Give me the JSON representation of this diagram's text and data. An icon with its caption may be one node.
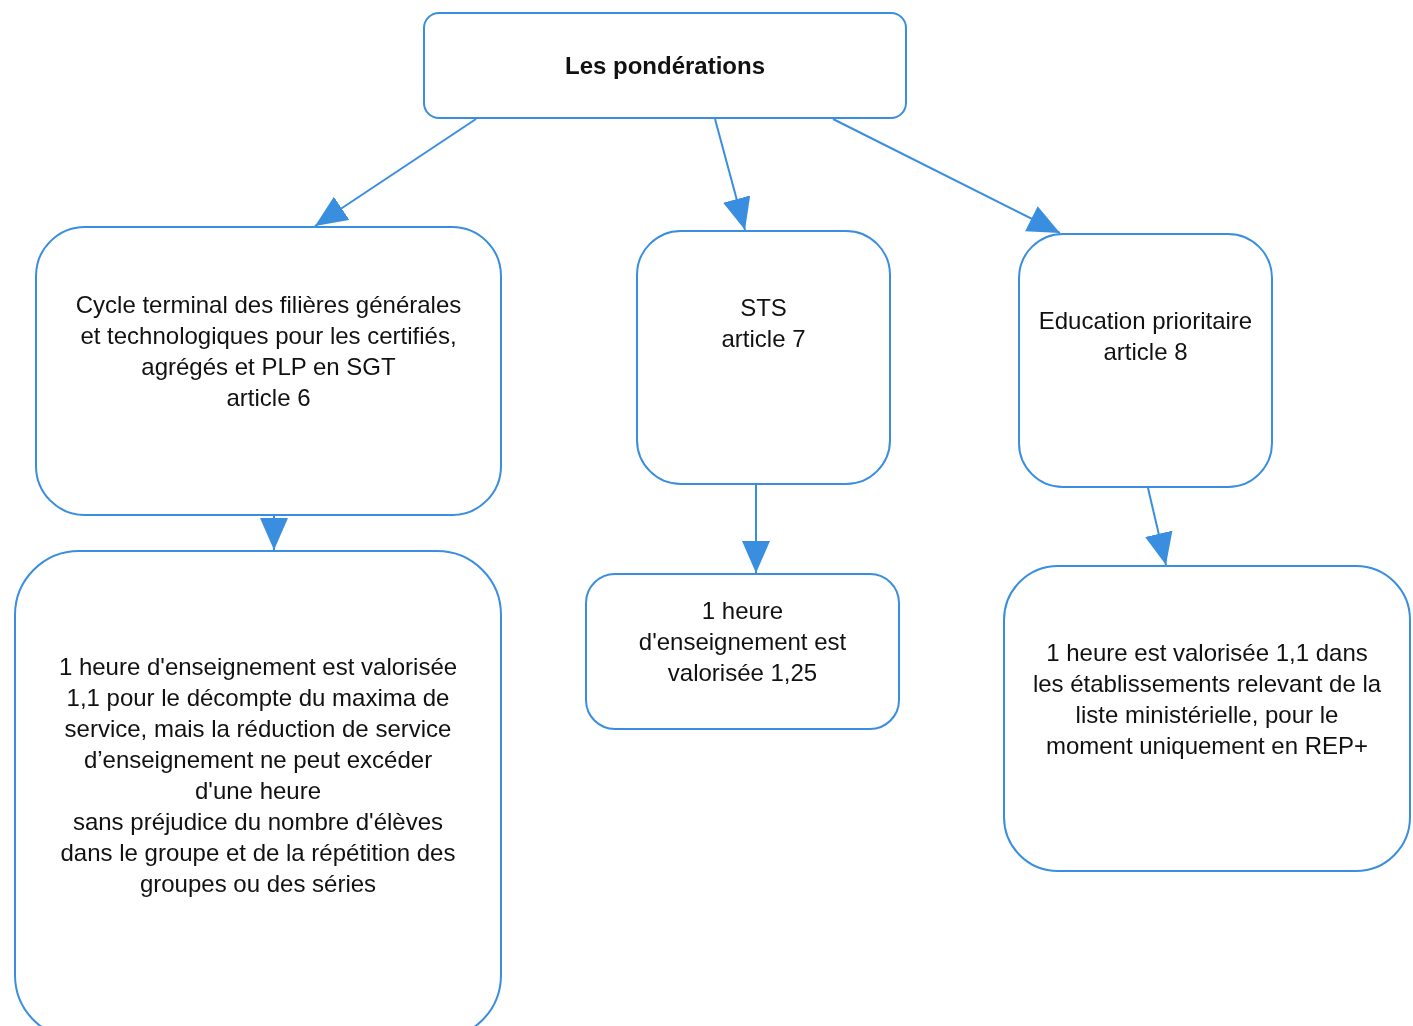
{
  "diagram": {
    "nodes": [
      {
        "text": [
          "Les pondérations"
        ]
      },
      {
        "text": [
          "Cycle terminal des filières générales et technologiques pour les certifiés, agrégés et PLP en SGT",
          "article 6"
        ]
      },
      {
        "text": [
          "STS",
          "article 7"
        ]
      },
      {
        "text": [
          "Education prioritaire",
          "article 8"
        ]
      },
      {
        "text": [
          "1 heure d'enseignement est valorisée 1,1 pour le décompte du maxima de service, mais la réduction de service d’enseignement ne peut excéder d'une heure",
          "sans préjudice du nombre d'élèves dans le groupe et de la répétition des groupes ou des séries"
        ]
      },
      {
        "text": [
          "1 heure d'enseignement est valorisée 1,25"
        ]
      },
      {
        "text": [
          "1 heure est valorisée 1,1 dans les établissements relevant de la liste ministérielle, pour le moment uniquement en REP+"
        ]
      }
    ],
    "edges": [
      {
        "from": 0,
        "to": 1,
        "arrow": "to"
      },
      {
        "from": 0,
        "to": 2,
        "arrow": "to"
      },
      {
        "from": 0,
        "to": 3,
        "arrow": "to"
      },
      {
        "from": 1,
        "to": 4,
        "arrow": "to"
      },
      {
        "from": 2,
        "to": 5,
        "arrow": "to"
      },
      {
        "from": 3,
        "to": 6,
        "arrow": "to"
      }
    ]
  }
}
